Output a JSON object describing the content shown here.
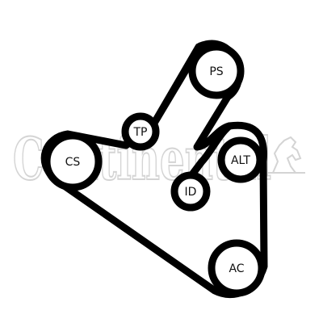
{
  "watermark": {
    "brand_text": "Continental",
    "logo_icon": "rearing-horse-icon",
    "color": "#d4d4d4"
  },
  "diagram": {
    "belt_color": "#000000",
    "pulley_fill": "#ffffff",
    "pulleys": [
      {
        "id": "ps",
        "label": "PS"
      },
      {
        "id": "tp",
        "label": "TP"
      },
      {
        "id": "cs",
        "label": "CS"
      },
      {
        "id": "alt",
        "label": "ALT"
      },
      {
        "id": "id",
        "label": "ID"
      },
      {
        "id": "ac",
        "label": "AC"
      }
    ]
  }
}
